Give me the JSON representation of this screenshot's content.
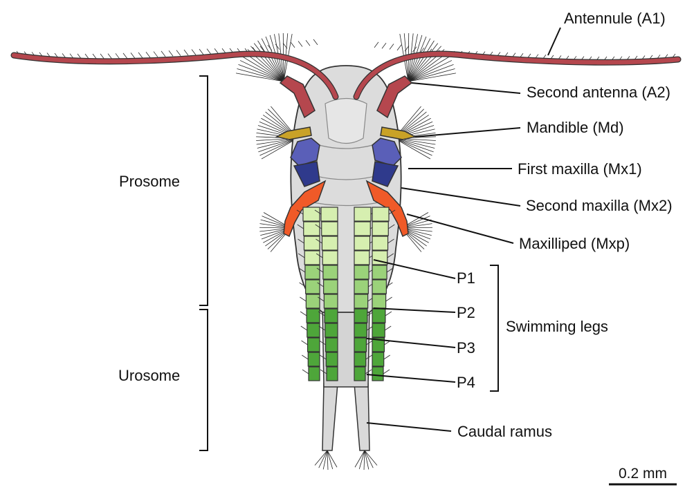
{
  "labels": {
    "antennule": "Antennule (A1)",
    "second_antenna": "Second antenna (A2)",
    "mandible": "Mandible (Md)",
    "first_maxilla": "First maxilla (Mx1)",
    "second_maxilla": "Second maxilla (Mx2)",
    "maxilliped": "Maxilliped (Mxp)",
    "p1": "P1",
    "p2": "P2",
    "p3": "P3",
    "p4": "P4",
    "swimming_legs": "Swimming legs",
    "caudal_ramus": "Caudal ramus",
    "prosome": "Prosome",
    "urosome": "Urosome",
    "scale_bar": "0.2 mm"
  },
  "colors": {
    "antennule": "#b5474e",
    "second_antenna": "#b5474e",
    "mandible": "#c9a227",
    "first_maxilla": "#5a5fb8",
    "first_maxilla_setae": "#2f3a8c",
    "second_maxilla": "#f05a28",
    "swimming_legs_pale": "#d6efb0",
    "swimming_legs_dark": "#4ea63a",
    "body": "#dcdcdc",
    "outline": "#333333"
  }
}
